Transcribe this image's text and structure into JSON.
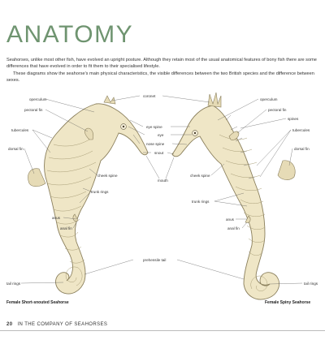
{
  "title": "ANATOMY",
  "intro": {
    "p1": "Seahorses, unlike most other fish, have evolved an upright posture. Although they retain most of the usual anatomical features of bony fish there are some differences that have evolved in order to fit them to their specialised lifestyle.",
    "p2": "These diagrams show the seahorse's main physical characteristics, the visible differences between the two British species and the difference between sexes."
  },
  "labels_left": {
    "operculum": "operculum",
    "pectoral_fin": "pectoral fin",
    "tubercules": "tubercules",
    "dorsal_fin": "dorsal fin",
    "cheek_spine": "cheek spine",
    "trunk_rings": "trunk rings",
    "anus": "anus",
    "anal_fin": "anal fin",
    "tail_rings": "tail rings"
  },
  "labels_center": {
    "coronet": "coronet",
    "eye_spine": "eye spine",
    "eye": "eye",
    "nose_spine": "nose spine",
    "snout": "snout",
    "mouth": "mouth",
    "prehensile_tail": "prehensile tail"
  },
  "labels_right": {
    "operculum": "operculum",
    "pectoral_fin": "pectoral fin",
    "spines": "spines",
    "tubercules": "tubercules",
    "dorsal_fin": "dorsal fin",
    "cheek_spine": "cheek spine",
    "trunk_rings": "trunk rings",
    "anus": "anus",
    "anal_fin": "anal fin",
    "tail_rings": "tail rings"
  },
  "captions": {
    "left": "Female Short-snouted Seahorse",
    "right": "Female Spiny Seahorse"
  },
  "footer": {
    "page_number": "20",
    "running_title": "IN THE COMPANY OF SEAHORSES"
  },
  "colors": {
    "title_green": "#6f9470",
    "seahorse_fill": "#efe6c6",
    "outline": "#8a7f5c"
  }
}
